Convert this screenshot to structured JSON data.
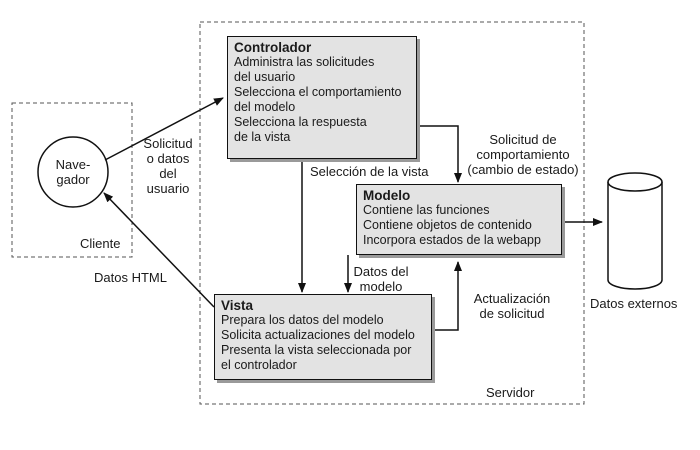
{
  "browser": {
    "line1": "Nave-",
    "line2": "gador"
  },
  "client_label": "Cliente",
  "server_label": "Servidor",
  "controller": {
    "title": "Controlador",
    "lines": [
      "Administra las solicitudes",
      "del usuario",
      "Selecciona el comportamiento",
      "del modelo",
      "Selecciona la respuesta",
      "de la vista"
    ]
  },
  "model": {
    "title": "Modelo",
    "lines": [
      "Contiene las funciones",
      "Contiene objetos de contenido",
      "Incorpora estados de la webapp"
    ]
  },
  "view": {
    "title": "Vista",
    "lines": [
      "Prepara los datos del modelo",
      "Solicita actualizaciones del modelo",
      "Presenta la vista seleccionada por",
      "el controlador"
    ]
  },
  "external": {
    "label": "Datos externos"
  },
  "arrows": {
    "user_request": [
      "Solicitud",
      "o datos",
      "del",
      "usuario"
    ],
    "html_data": "Datos HTML",
    "view_selection": "Selección de la vista",
    "behavior_request": [
      "Solicitud de",
      "comportamiento",
      "(cambio de estado)"
    ],
    "model_data": [
      "Datos del",
      "modelo"
    ],
    "update_request": [
      "Actualización",
      "de solicitud"
    ]
  }
}
